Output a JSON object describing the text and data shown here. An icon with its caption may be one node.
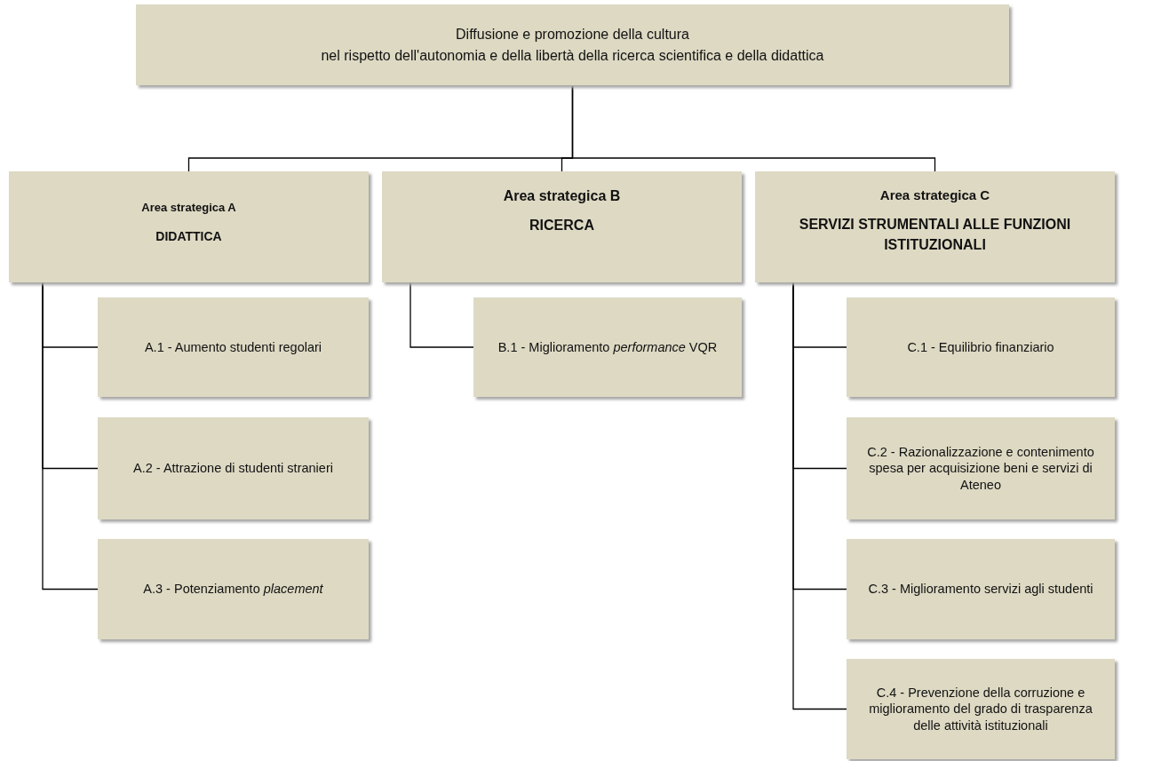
{
  "diagram": {
    "nodes": [
      {
        "text": [
          "Diffusione e promozione della cultura",
          "nel rispetto dell'autonomia e della libertà della ricerca scientifica e della didattica"
        ]
      },
      {
        "text": [
          "Area strategica A",
          "DIDATTICA"
        ]
      },
      {
        "text": [
          "Area strategica B",
          "RICERCA"
        ]
      },
      {
        "text": [
          "Area strategica C",
          "SERVIZI STRUMENTALI ALLE FUNZIONI ISTITUZIONALI"
        ]
      },
      {
        "text": [
          "A.1 - Aumento studenti regolari"
        ]
      },
      {
        "text": [
          "A.2 - Attrazione di studenti stranieri"
        ]
      },
      {
        "text": [
          "A.3 - Potenziamento *placement*"
        ]
      },
      {
        "text": [
          "B.1 - Miglioramento *performance* VQR"
        ]
      },
      {
        "text": [
          "C.1 - Equilibrio finanziario"
        ]
      },
      {
        "text": [
          "C.2 - Razionalizzazione e contenimento spesa per acquisizione beni e servizi di Ateneo"
        ]
      },
      {
        "text": [
          "C.3 - Miglioramento servizi agli studenti"
        ]
      },
      {
        "text": [
          "C.4 - Prevenzione della corruzione e miglioramento del grado di trasparenza delle attività istituzionali"
        ]
      }
    ],
    "edges": [
      {
        "from": 0,
        "to": 1,
        "arrow": "none"
      },
      {
        "from": 0,
        "to": 2,
        "arrow": "none"
      },
      {
        "from": 0,
        "to": 3,
        "arrow": "none"
      },
      {
        "from": 1,
        "to": 4,
        "arrow": "none"
      },
      {
        "from": 1,
        "to": 5,
        "arrow": "none"
      },
      {
        "from": 1,
        "to": 6,
        "arrow": "none"
      },
      {
        "from": 2,
        "to": 7,
        "arrow": "none"
      },
      {
        "from": 3,
        "to": 8,
        "arrow": "none"
      },
      {
        "from": 3,
        "to": 9,
        "arrow": "none"
      },
      {
        "from": 3,
        "to": 10,
        "arrow": "none"
      },
      {
        "from": 3,
        "to": 11,
        "arrow": "none"
      }
    ]
  }
}
